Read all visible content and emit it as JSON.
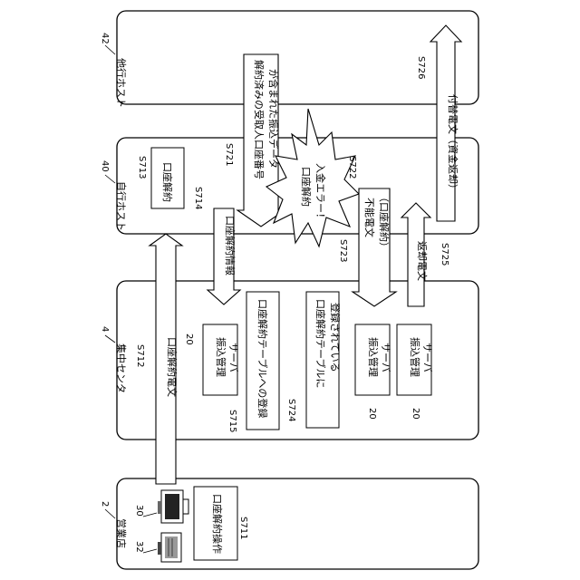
{
  "blocks": {
    "branch": {
      "ref": "2",
      "name": "営業店"
    },
    "center": {
      "ref": "4",
      "name": "集中センタ"
    },
    "own": {
      "ref": "40",
      "name": "自行ホスト"
    },
    "other": {
      "ref": "42",
      "name": "他行ホスト"
    }
  },
  "devices": {
    "terminal": "30",
    "printer": "32"
  },
  "boxes": {
    "s711": {
      "text": "口座解約操作",
      "step": "S711"
    },
    "s713": {
      "text": "口座解約",
      "step": "S713"
    },
    "s715": {
      "text": "口座解約テーブルへの登録",
      "step": "S715"
    },
    "s724": {
      "lines": [
        "口座解約テーブルに",
        "登録されている"
      ],
      "step": "S724"
    }
  },
  "servers": [
    {
      "lines": [
        "振込管理",
        "サーバ"
      ],
      "ref": "20"
    },
    {
      "lines": [
        "振込管理",
        "サーバ"
      ],
      "ref": "20"
    },
    {
      "lines": [
        "振込管理",
        "サーバ"
      ],
      "ref": "20"
    }
  ],
  "arrows": {
    "s712": {
      "text": "口座解約電文",
      "step": "S712"
    },
    "s714": {
      "text": "口座解約情報",
      "step": "S714"
    },
    "s721": {
      "lines": [
        "解約済みの受取人口座番号",
        "が含まれた振込データ"
      ],
      "step": "S721"
    },
    "s723": {
      "lines": [
        "不能電文",
        "（口座解約）"
      ],
      "step": "S723"
    },
    "s725": {
      "text": "返却電文",
      "step": "S725"
    },
    "s726": {
      "text": "付替電文（資金返却）",
      "step": "S726"
    }
  },
  "error": {
    "lines": [
      "口座解約",
      "入金エラー！"
    ],
    "step": "S722"
  }
}
